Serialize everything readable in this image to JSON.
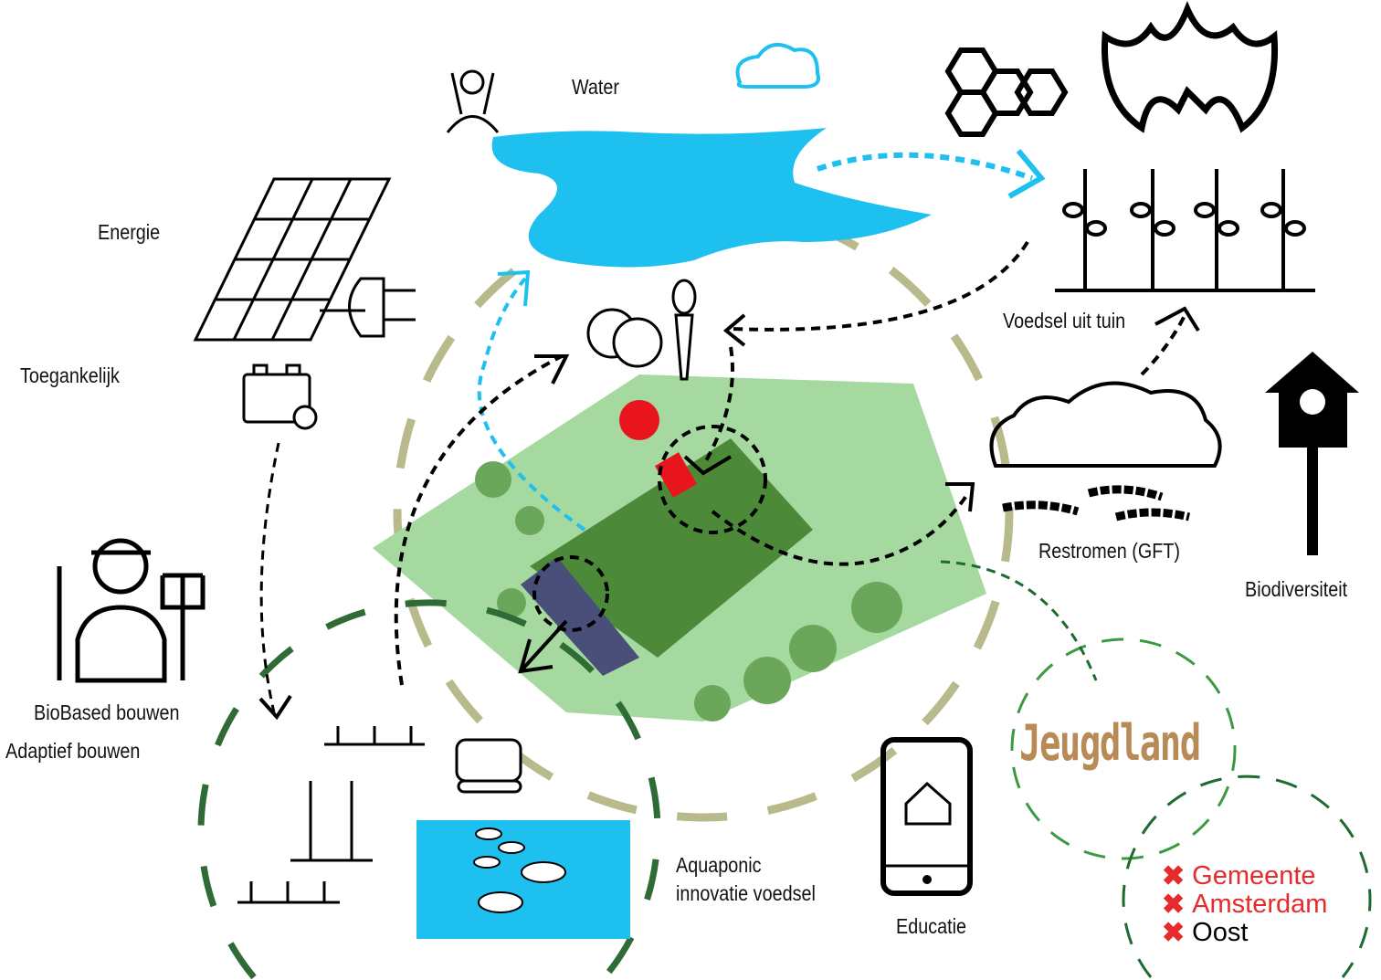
{
  "labels": {
    "water": "Water",
    "energie": "Energie",
    "toegankelijk": "Toegankelijk",
    "voedsel": "Voedsel uit tuin",
    "restromen": "Restromen (GFT)",
    "biodiversiteit": "Biodiversiteit",
    "biobased": "BioBased bouwen",
    "adaptief": "Adaptief bouwen",
    "aquaponic_1": "Aquaponic",
    "aquaponic_2": "innovatie voedsel",
    "educatie": "Educatie"
  },
  "logos": {
    "jeugdland": "Jeugdland",
    "gemeente": [
      "Gemeente",
      "Amsterdam",
      "Oost"
    ]
  },
  "colors": {
    "water": "#1ec0f0",
    "olive_ring": "#b9ba8c",
    "green_ring": "#2f6b35",
    "gemeente_red": "#e52b2b"
  }
}
